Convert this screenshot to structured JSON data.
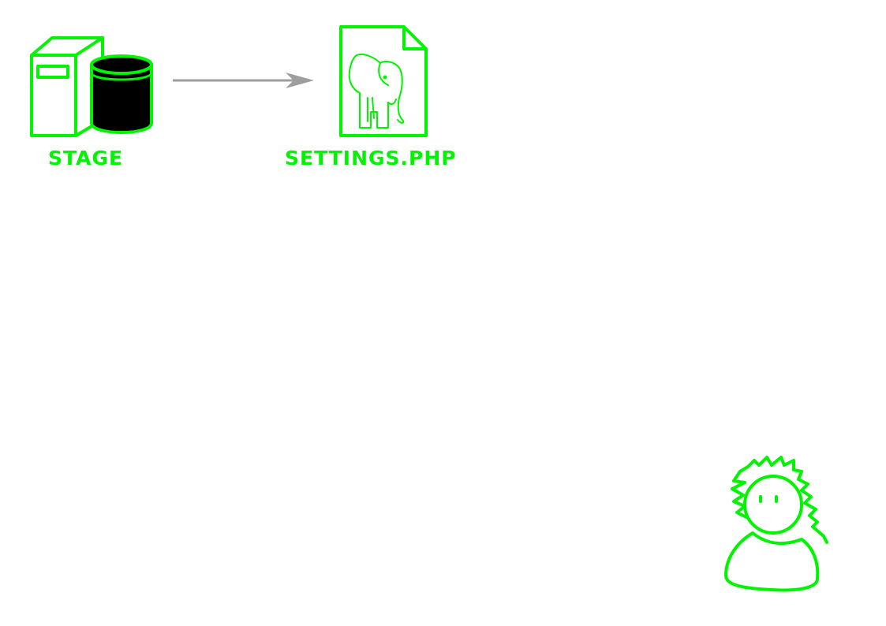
{
  "nodes": {
    "stage": {
      "label": "Stage",
      "icon": "server-database-icon"
    },
    "settings": {
      "label": "settings.php",
      "icon": "php-file-icon"
    }
  },
  "edges": [
    {
      "from": "stage",
      "to": "settings"
    }
  ],
  "user": {
    "icon": "person-icon"
  },
  "colors": {
    "accent": "#00f400",
    "arrow": "#9e9e9e",
    "ink": "#000000",
    "background": "#ffffff"
  }
}
